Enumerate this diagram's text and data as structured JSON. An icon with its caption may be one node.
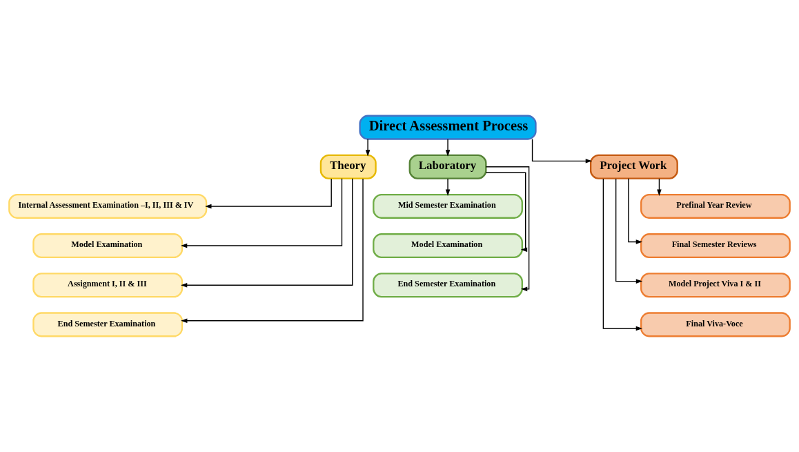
{
  "diagram": {
    "nodes": [
      {
        "text": [
          "Direct Assessment Process"
        ]
      },
      {
        "text": [
          "Theory"
        ]
      },
      {
        "text": [
          "Laboratory"
        ]
      },
      {
        "text": [
          "Project Work"
        ]
      },
      {
        "text": [
          "Internal Assessment Examination –I, II, III & IV"
        ]
      },
      {
        "text": [
          "Model Examination"
        ]
      },
      {
        "text": [
          "Assignment I, II & III"
        ]
      },
      {
        "text": [
          "End Semester Examination"
        ]
      },
      {
        "text": [
          "Mid Semester Examination"
        ]
      },
      {
        "text": [
          "Model Examination"
        ]
      },
      {
        "text": [
          "End Semester Examination"
        ]
      },
      {
        "text": [
          "Prefinal Year Review"
        ]
      },
      {
        "text": [
          "Final Semester Reviews"
        ]
      },
      {
        "text": [
          "Model Project Viva I & II"
        ]
      },
      {
        "text": [
          "Final Viva-Voce"
        ]
      }
    ],
    "edges": [
      {
        "from": 0,
        "to": 1,
        "arrow": "to"
      },
      {
        "from": 0,
        "to": 2,
        "arrow": "to"
      },
      {
        "from": 0,
        "to": 3,
        "arrow": "to"
      },
      {
        "from": 1,
        "to": 4,
        "arrow": "to"
      },
      {
        "from": 1,
        "to": 5,
        "arrow": "to"
      },
      {
        "from": 1,
        "to": 6,
        "arrow": "to"
      },
      {
        "from": 1,
        "to": 7,
        "arrow": "to"
      },
      {
        "from": 2,
        "to": 8,
        "arrow": "to"
      },
      {
        "from": 2,
        "to": 9,
        "arrow": "to"
      },
      {
        "from": 2,
        "to": 10,
        "arrow": "to"
      },
      {
        "from": 3,
        "to": 11,
        "arrow": "to"
      },
      {
        "from": 3,
        "to": 12,
        "arrow": "to"
      },
      {
        "from": 3,
        "to": 13,
        "arrow": "to"
      },
      {
        "from": 3,
        "to": 14,
        "arrow": "to"
      }
    ]
  }
}
